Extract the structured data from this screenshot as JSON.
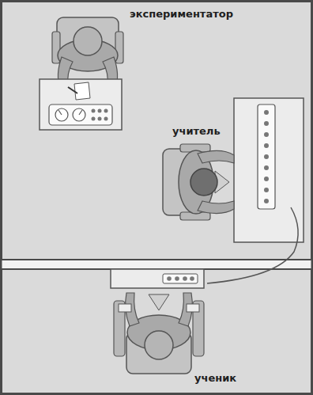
{
  "diagram": {
    "labels": [
      "экспериментатор",
      "учитель",
      "ученик"
    ]
  }
}
